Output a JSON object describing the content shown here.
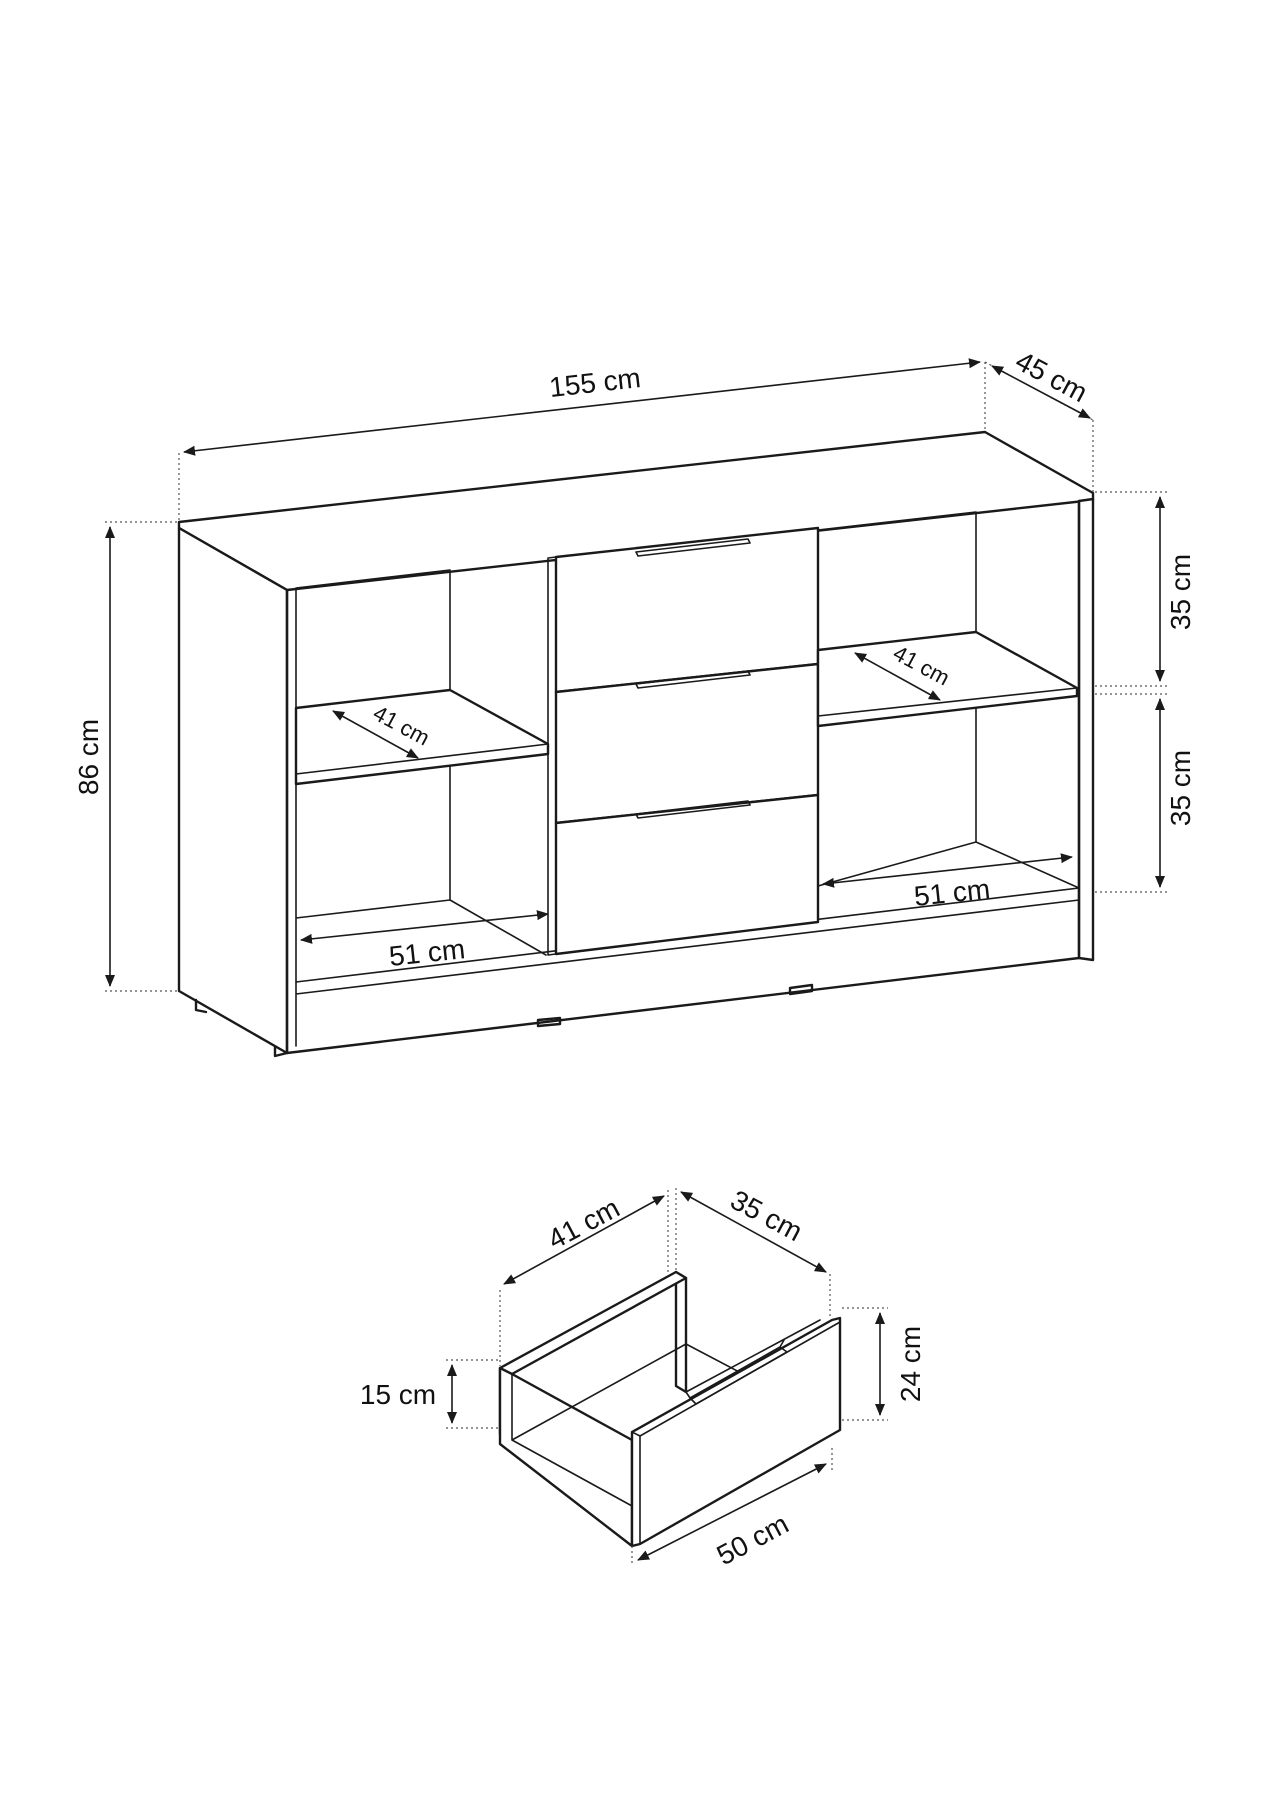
{
  "cabinet": {
    "width_label": "155 cm",
    "depth_label": "45 cm",
    "height_label": "86 cm",
    "upper_right_label": "35 cm",
    "lower_right_label": "35 cm",
    "left_shelf_depth_label": "41 cm",
    "right_shelf_depth_label": "41 cm",
    "left_bottom_width_label": "51 cm",
    "right_bottom_width_label": "51 cm"
  },
  "drawer": {
    "depth_label": "41 cm",
    "front_width_label": "35 cm",
    "front_height_label": "24 cm",
    "side_height_label": "15 cm",
    "length_label": "50 cm"
  }
}
